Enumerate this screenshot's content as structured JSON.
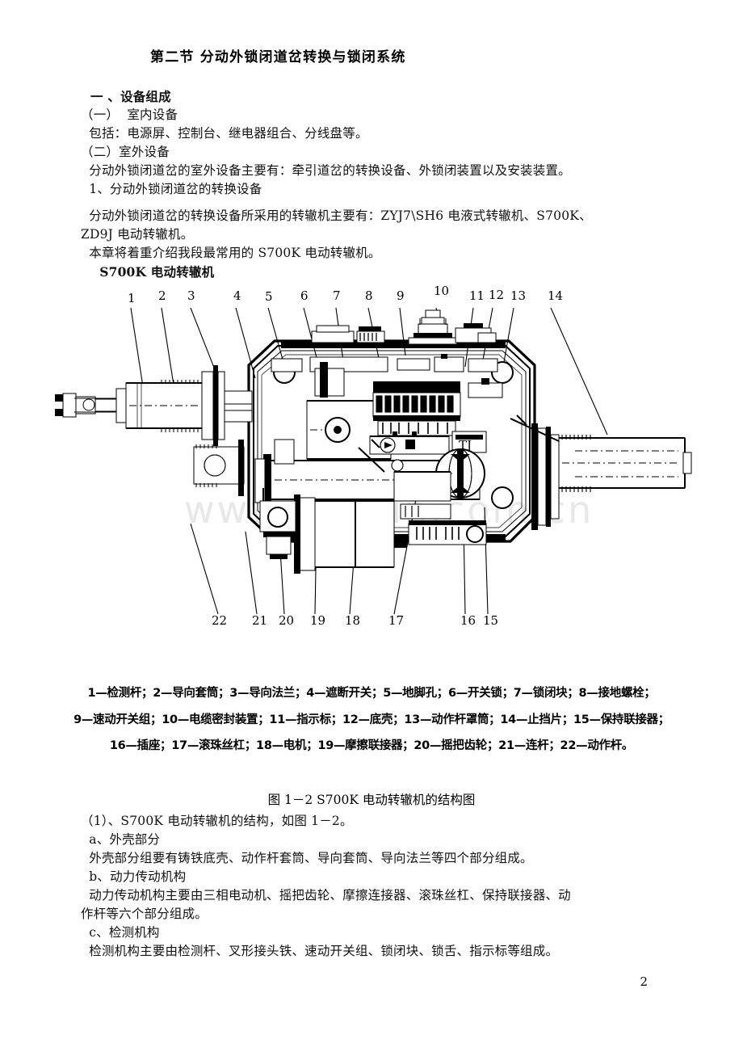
{
  "document": {
    "title": "第二节    分动外锁闭道岔转换与锁闭系统",
    "page_number": "2",
    "watermark": "www.htrixin.com.cn"
  },
  "body": {
    "line_01": "一 、设备组成",
    "line_02": "（一）  室内设备",
    "line_03": "  包括：电源屏、控制台、继电器组合、分线盘等。",
    "line_04": "（二）室外设备",
    "line_05": "  分动外锁闭道岔的室外设备主要有：牵引道岔的转换设备、外锁闭装置以及安装装置。",
    "line_06": "  1、分动外锁闭道岔的转换设备",
    "line_07": "  分动外锁闭道岔的转换设备所采用的转辙机主要有：ZYJ7\\SH6 电液式转辙机、S700K、",
    "line_08": "ZD9J 电动转辙机。",
    "line_09": "  本章将着重介绍我段最常用的 S700K 电动转辙机。",
    "line_10": "  S700K 电动转辙机"
  },
  "figure": {
    "caption": "图 1－2    S700K 电动转辙机的结构图",
    "top_callouts": [
      "1",
      "2",
      "3",
      "4",
      "5",
      "6",
      "7",
      "8",
      "9",
      "10",
      "11",
      "12",
      "13",
      "14"
    ],
    "bottom_callouts": [
      "22",
      "21",
      "20",
      "19",
      "18",
      "17",
      "16",
      "15"
    ],
    "legend_line_1": "1—检测杆；2—导向套筒；3—导向法兰；4—遮断开关；5—地脚孔；6—开关锁；7—锁闭块；8—接地螺栓；",
    "legend_line_2": "9—速动开关组；10—电缆密封装置；11—指示标；12—底壳；13—动作杆罩筒；14—止挡片；15—保持联接器；",
    "legend_line_3": "16—插座；17—滚珠丝杠；18—电机；19—摩擦联接器；20—摇把齿轮；21—连杆；22—动作杆。"
  },
  "body_after": {
    "line_11": "（1）、S700K 电动转辙机的结构，如图 1－2。",
    "line_12": "  a、外壳部分",
    "line_13": "  外壳部分组要有铸铁底壳、动作杆套筒、导向套筒、导向法兰等四个部分组成。",
    "line_14": "  b、动力传动机构",
    "line_15": "  动力传动机构主要由三相电动机、摇把齿轮、摩擦连接器、滚珠丝杠、保持联接器、动",
    "line_16": "作杆等六个部分组成。",
    "line_17": "  c、检测机构",
    "line_18": "  检测机构主要由检测杆、叉形接头铁、速动开关组、锁闭块、锁舌、指示标等组成。"
  },
  "colors": {
    "ink": "#000000",
    "paper": "#ffffff",
    "watermark": "#e8e8e8"
  }
}
